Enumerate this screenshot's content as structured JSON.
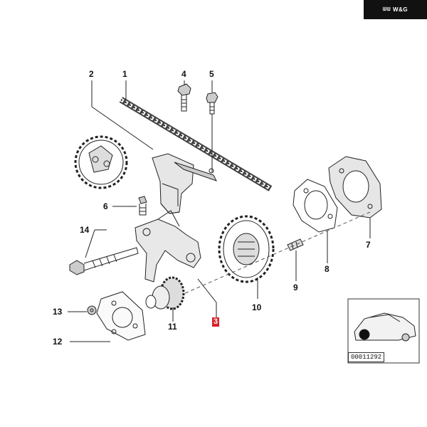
{
  "brand": {
    "label": "W&G",
    "logo_icon": "ww-logo-icon"
  },
  "callouts": [
    {
      "id": "1",
      "label": "1"
    },
    {
      "id": "2",
      "label": "2"
    },
    {
      "id": "3",
      "label": "3",
      "highlight": "#d8222a"
    },
    {
      "id": "4",
      "label": "4"
    },
    {
      "id": "5",
      "label": "5"
    },
    {
      "id": "6",
      "label": "6"
    },
    {
      "id": "7",
      "label": "7"
    },
    {
      "id": "8",
      "label": "8"
    },
    {
      "id": "9",
      "label": "9"
    },
    {
      "id": "10",
      "label": "10"
    },
    {
      "id": "11",
      "label": "11"
    },
    {
      "id": "12",
      "label": "12"
    },
    {
      "id": "13",
      "label": "13"
    },
    {
      "id": "14",
      "label": "14"
    }
  ],
  "inset": {
    "code": "00011292",
    "car_icon": "car-sedan-icon"
  },
  "colors": {
    "line": "#222222",
    "highlight": "#d8222a",
    "brand_bg": "#111111"
  }
}
